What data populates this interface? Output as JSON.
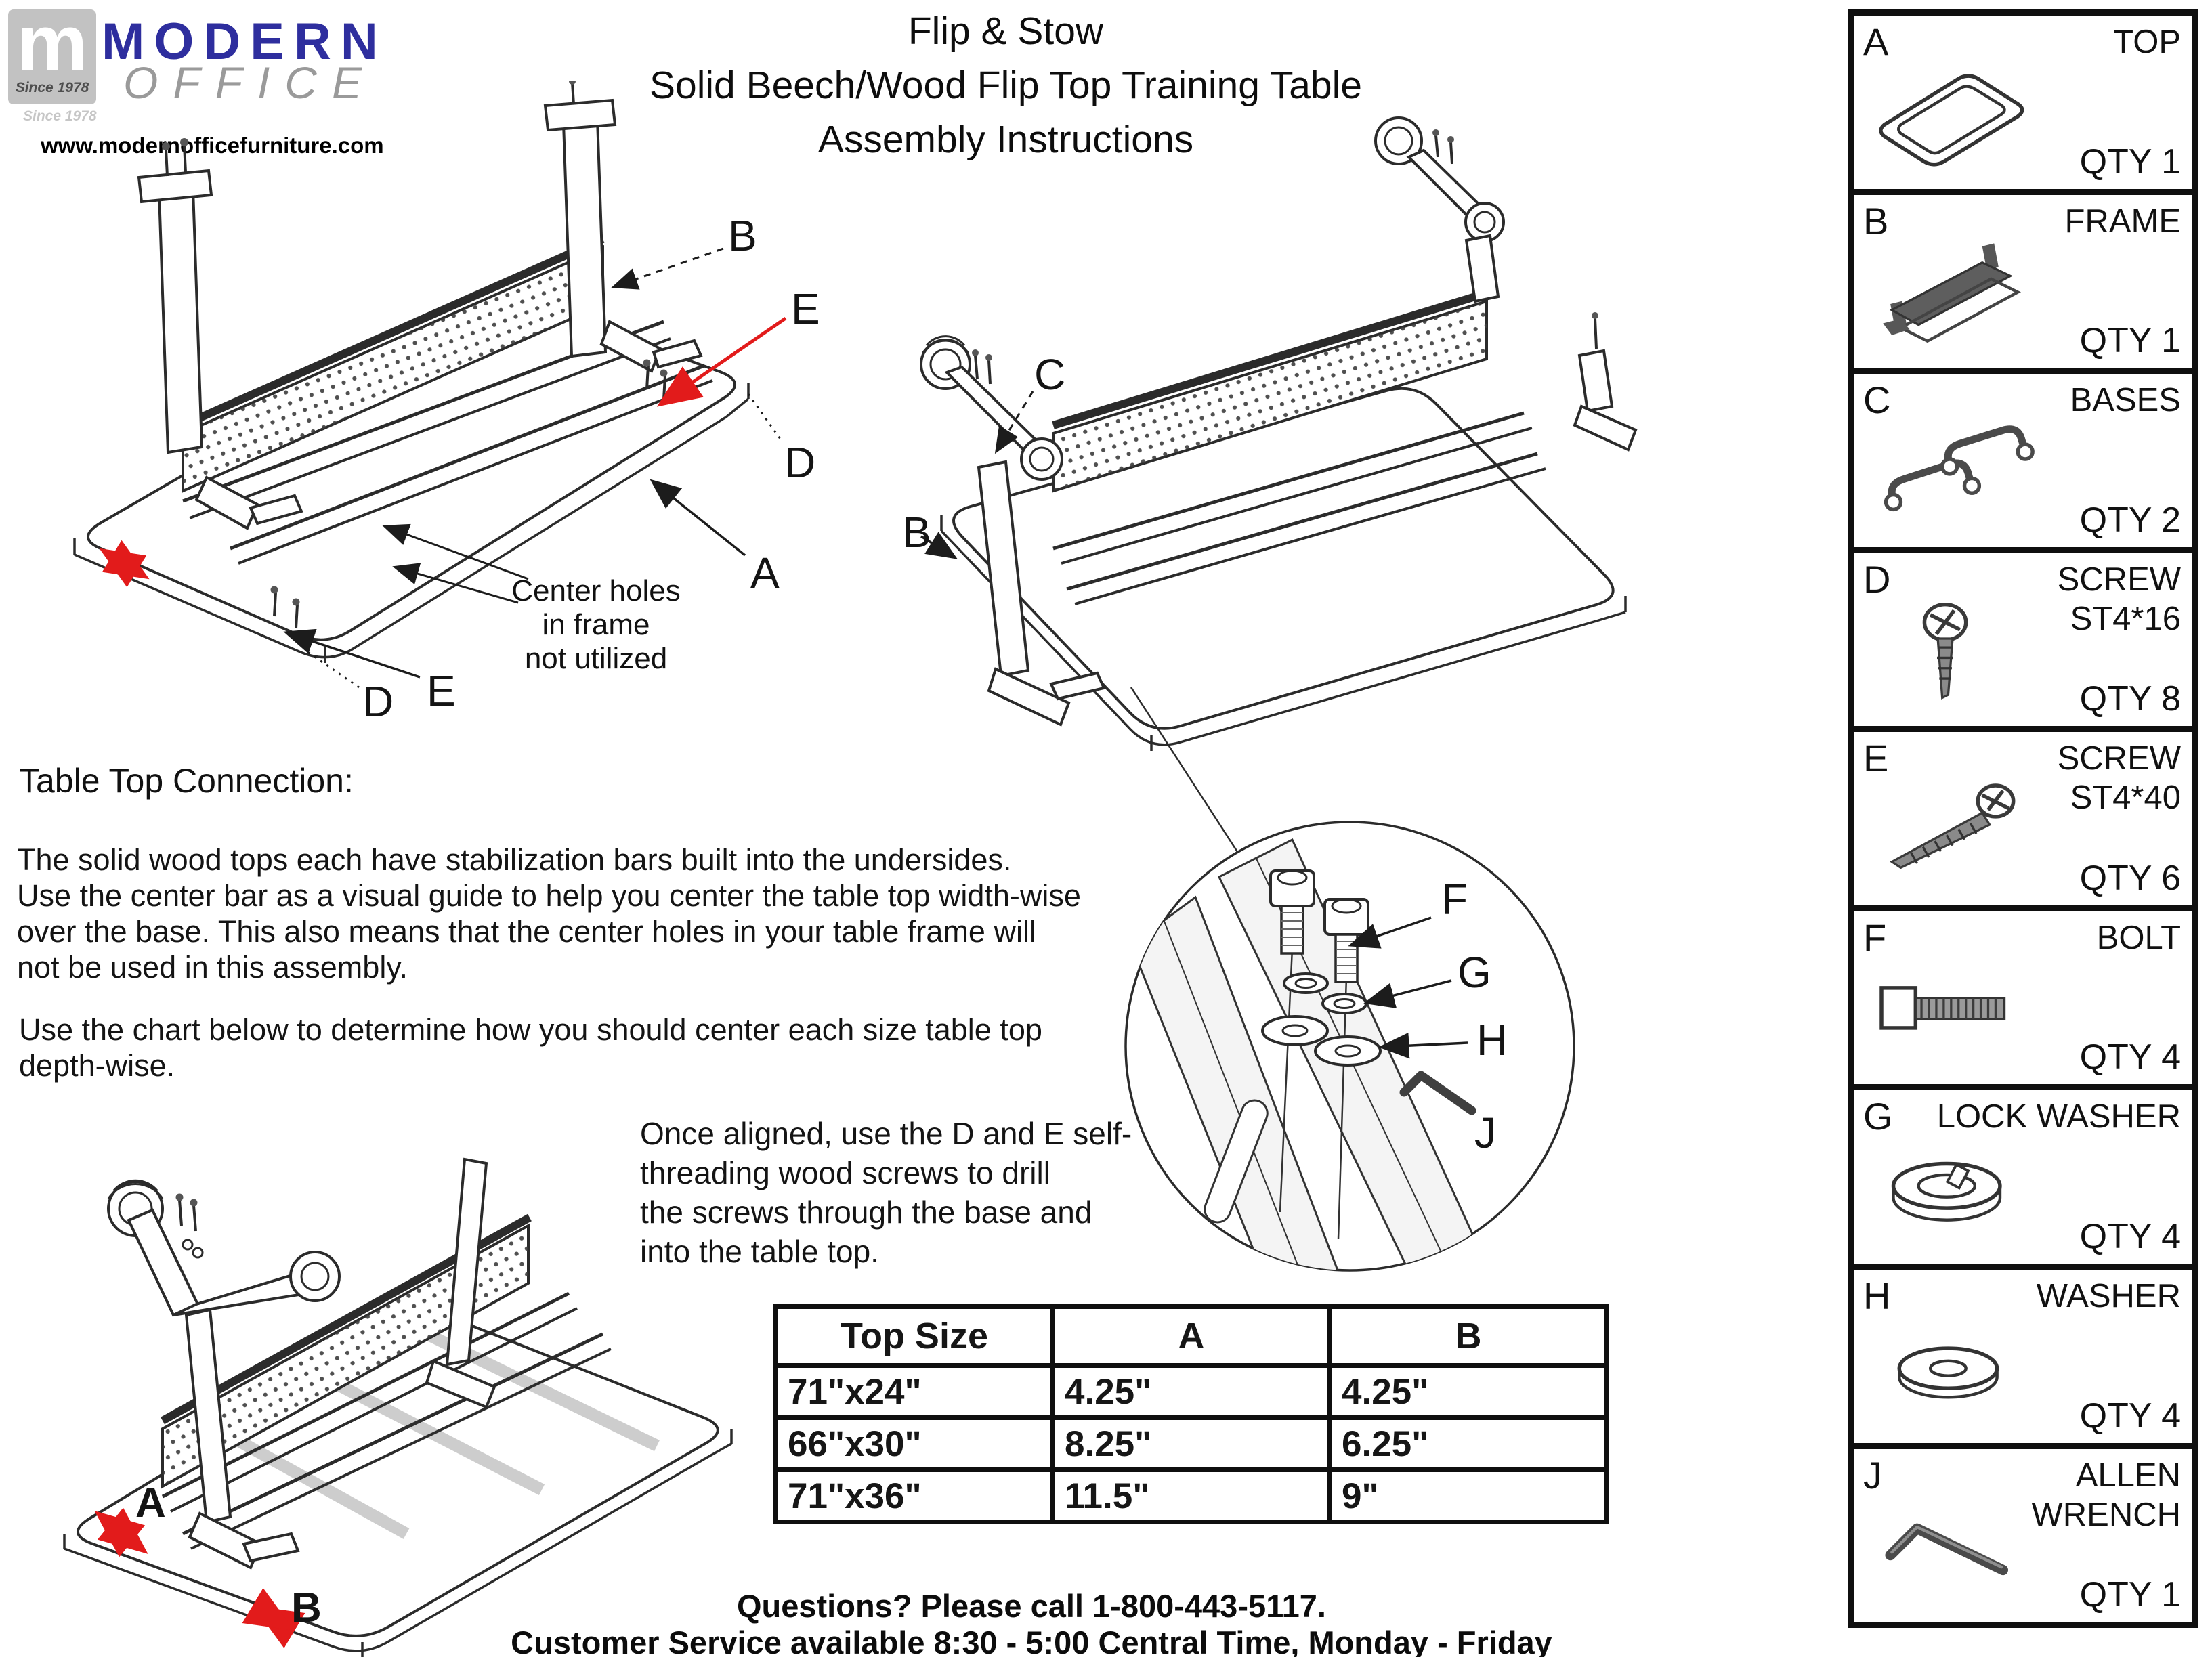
{
  "logo": {
    "monogram": "m",
    "since": "Since 1978",
    "brand_line1": "MODERN",
    "brand_line2": "OFFICE",
    "website": "www.modernofficefurniture.com"
  },
  "title": {
    "line1": "Flip & Stow",
    "line2": "Solid Beech/Wood Flip Top Training Table",
    "line3": "Assembly Instructions"
  },
  "parts_list": {
    "items": [
      {
        "letter": "A",
        "name": "TOP",
        "name2": "",
        "qty": "QTY 1",
        "icon": "table-top-icon"
      },
      {
        "letter": "B",
        "name": "FRAME",
        "name2": "",
        "qty": "QTY 1",
        "icon": "frame-icon"
      },
      {
        "letter": "C",
        "name": "BASES",
        "name2": "",
        "qty": "QTY 2",
        "icon": "bases-icon"
      },
      {
        "letter": "D",
        "name": "SCREW",
        "name2": "ST4*16",
        "qty": "QTY 8",
        "icon": "screw-short-icon"
      },
      {
        "letter": "E",
        "name": "SCREW",
        "name2": "ST4*40",
        "qty": "QTY 6",
        "icon": "screw-long-icon"
      },
      {
        "letter": "F",
        "name": "BOLT",
        "name2": "",
        "qty": "QTY 4",
        "icon": "bolt-icon"
      },
      {
        "letter": "G",
        "name": "LOCK WASHER",
        "name2": "",
        "qty": "QTY 4",
        "icon": "lock-washer-icon"
      },
      {
        "letter": "H",
        "name": "WASHER",
        "name2": "",
        "qty": "QTY 4",
        "icon": "washer-icon"
      },
      {
        "letter": "J",
        "name": "ALLEN",
        "name2": "WRENCH",
        "qty": "QTY 1",
        "icon": "allen-wrench-icon"
      }
    ]
  },
  "section": {
    "heading": "Table Top Connection:",
    "para1": [
      "The solid wood tops each have stabilization bars built into the undersides.",
      "Use the center bar as a visual guide to help you center the table top width-wise",
      "over the base. This also means that the center holes in your table frame will",
      "not be used in this assembly."
    ],
    "para2": [
      "Use the chart below to determine how you should center each size table top",
      "depth-wise."
    ],
    "para3": [
      "Once aligned, use the D and E self-",
      "threading wood screws to drill",
      "the screws through the base and",
      "into the table top."
    ]
  },
  "note_lines": [
    "Center holes",
    "in frame",
    "not utilized"
  ],
  "diagram_labels": {
    "d1_b": "B",
    "d1_e": "E",
    "d1_d": "D",
    "d1_a": "A",
    "d1_d2": "D",
    "d1_e2": "E",
    "d2_c": "C",
    "d2_b": "B",
    "detail_f": "F",
    "detail_g": "G",
    "detail_h": "H",
    "detail_j": "J",
    "d3_a": "A",
    "d3_b": "B"
  },
  "size_table": {
    "headers": [
      "Top Size",
      "A",
      "B"
    ],
    "rows": [
      [
        "71\"x24\"",
        "4.25\"",
        "4.25\""
      ],
      [
        "66\"x30\"",
        "8.25\"",
        "6.25\""
      ],
      [
        "71\"x36\"",
        "11.5\"",
        "9\""
      ]
    ]
  },
  "footer": {
    "line1": "Questions? Please call 1-800-443-5117.",
    "line2": "Customer Service available 8:30 - 5:00 Central Time, Monday - Friday"
  },
  "colors": {
    "accent_red": "#e21b1b",
    "brand_blue": "#2e2e9e",
    "brand_gray": "#9a9a9a"
  }
}
